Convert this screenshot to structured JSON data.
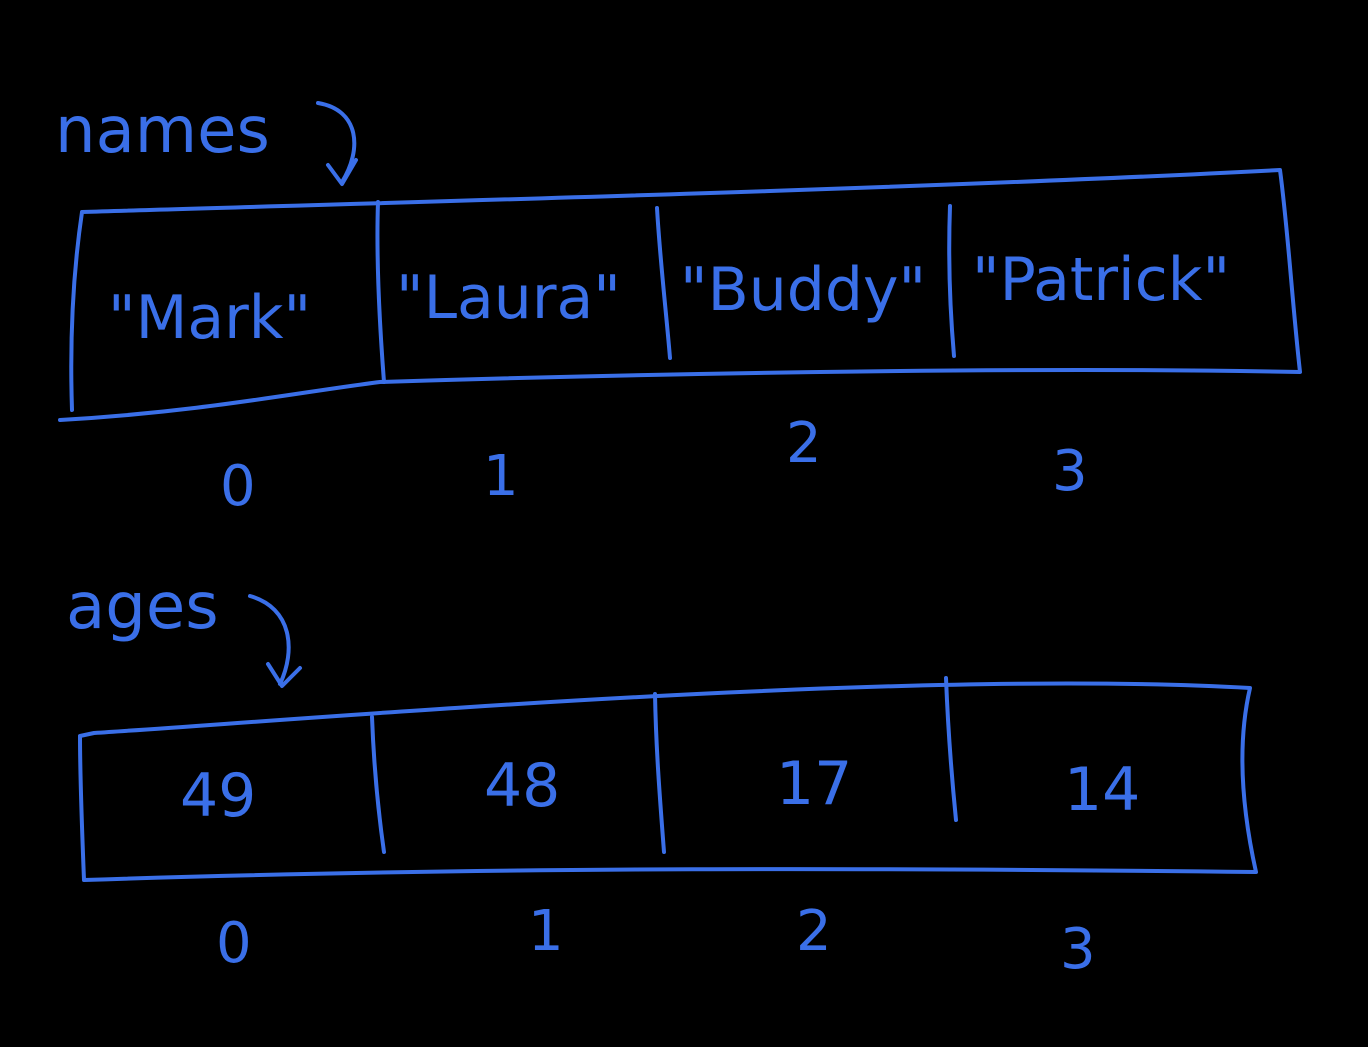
{
  "background": "#000000",
  "ink_color": "#3a6fe8",
  "arrays": [
    {
      "name": "names",
      "values": [
        "\"Mark\"",
        "\"Laura\"",
        "\"Buddy\"",
        "\"Patrick\""
      ],
      "indices": [
        "0",
        "1",
        "2",
        "3"
      ]
    },
    {
      "name": "ages",
      "values": [
        "49",
        "48",
        "17",
        "14"
      ],
      "indices": [
        "0",
        "1",
        "2",
        "3"
      ]
    }
  ]
}
